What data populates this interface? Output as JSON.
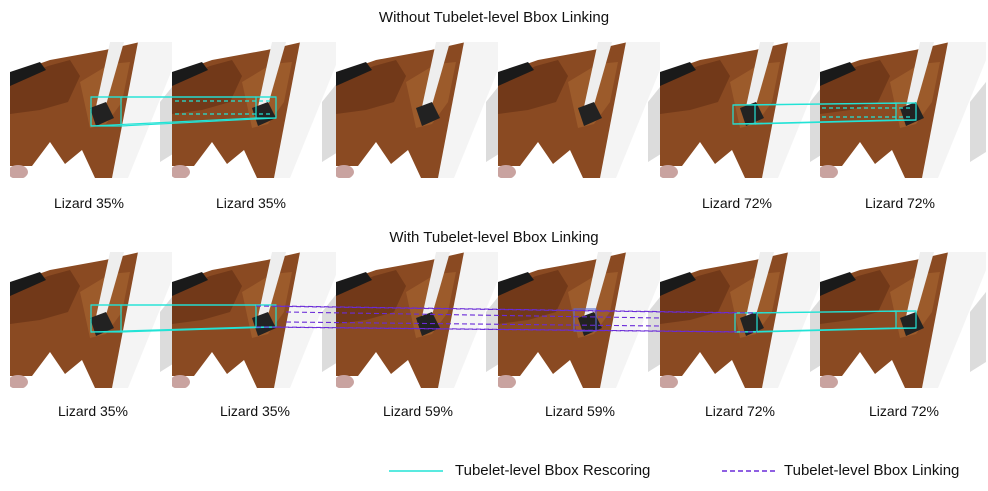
{
  "top_title": "Without Tubelet-level Bbox Linking",
  "bottom_title": "With Tubelet-level Bbox Linking",
  "top_captions": [
    "Lizard 35%",
    "Lizard 35%",
    "",
    "",
    "Lizard 72%",
    "Lizard 72%"
  ],
  "bottom_captions": [
    "Lizard 35%",
    "Lizard 35%",
    "Lizard 59%",
    "Lizard 59%",
    "Lizard 72%",
    "Lizard 72%"
  ],
  "legend": {
    "rescoring_label": "Tubelet-level Bbox Rescoring",
    "linking_label": "Tubelet-level Bbox Linking"
  },
  "colors": {
    "rescoring": "#22e3d6",
    "linking": "#6a2bd8"
  }
}
